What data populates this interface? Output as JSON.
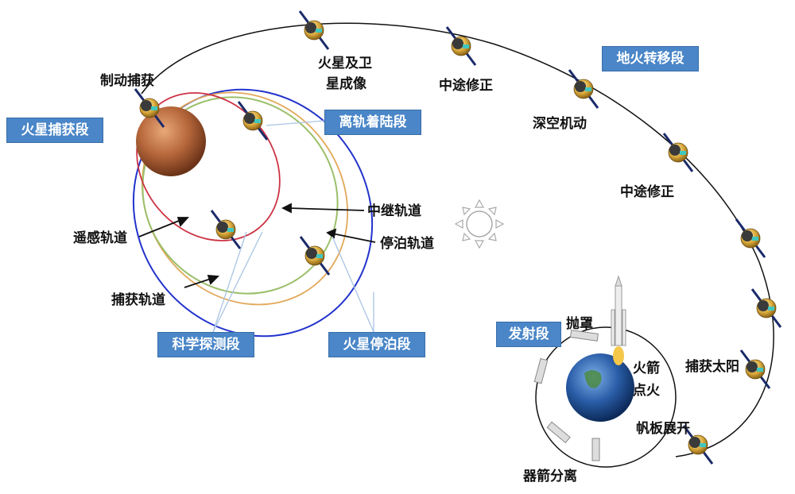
{
  "phases": {
    "capture": "火星捕获段",
    "deorbit": "离轨着陆段",
    "transfer": "地火转移段",
    "science": "科学探测段",
    "parking": "火星停泊段",
    "launch": "发射段"
  },
  "labels": {
    "braking_capture": "制动捕获",
    "imaging_line1": "火星及卫",
    "imaging_line2": "星成像",
    "tcm1": "中途修正",
    "deep_space": "深空机动",
    "tcm2": "中途修正",
    "relay_orbit": "中继轨道",
    "parking_orbit": "停泊轨道",
    "remote_orbit": "遥感轨道",
    "capture_orbit": "捕获轨道",
    "fairing": "抛罩",
    "ignition_line1": "火箭",
    "ignition_line2": "点火",
    "sun_capture": "捕获太阳",
    "panel_deploy": "帆板展开",
    "separation": "器箭分离"
  },
  "colors": {
    "phase_box": "#4a86c8",
    "capture_orbit": "#2233cc",
    "relay_orbit": "#9bbf6a",
    "remote_orbit": "#cc3344",
    "parking_orbit": "#e2a85a",
    "transfer_orbit": "#111111",
    "mars": "#b5663a",
    "earth": "#2a5ea8"
  },
  "icons": [
    "mars-planet",
    "earth-planet",
    "sun-icon",
    "probe-icon",
    "rocket-icon"
  ]
}
